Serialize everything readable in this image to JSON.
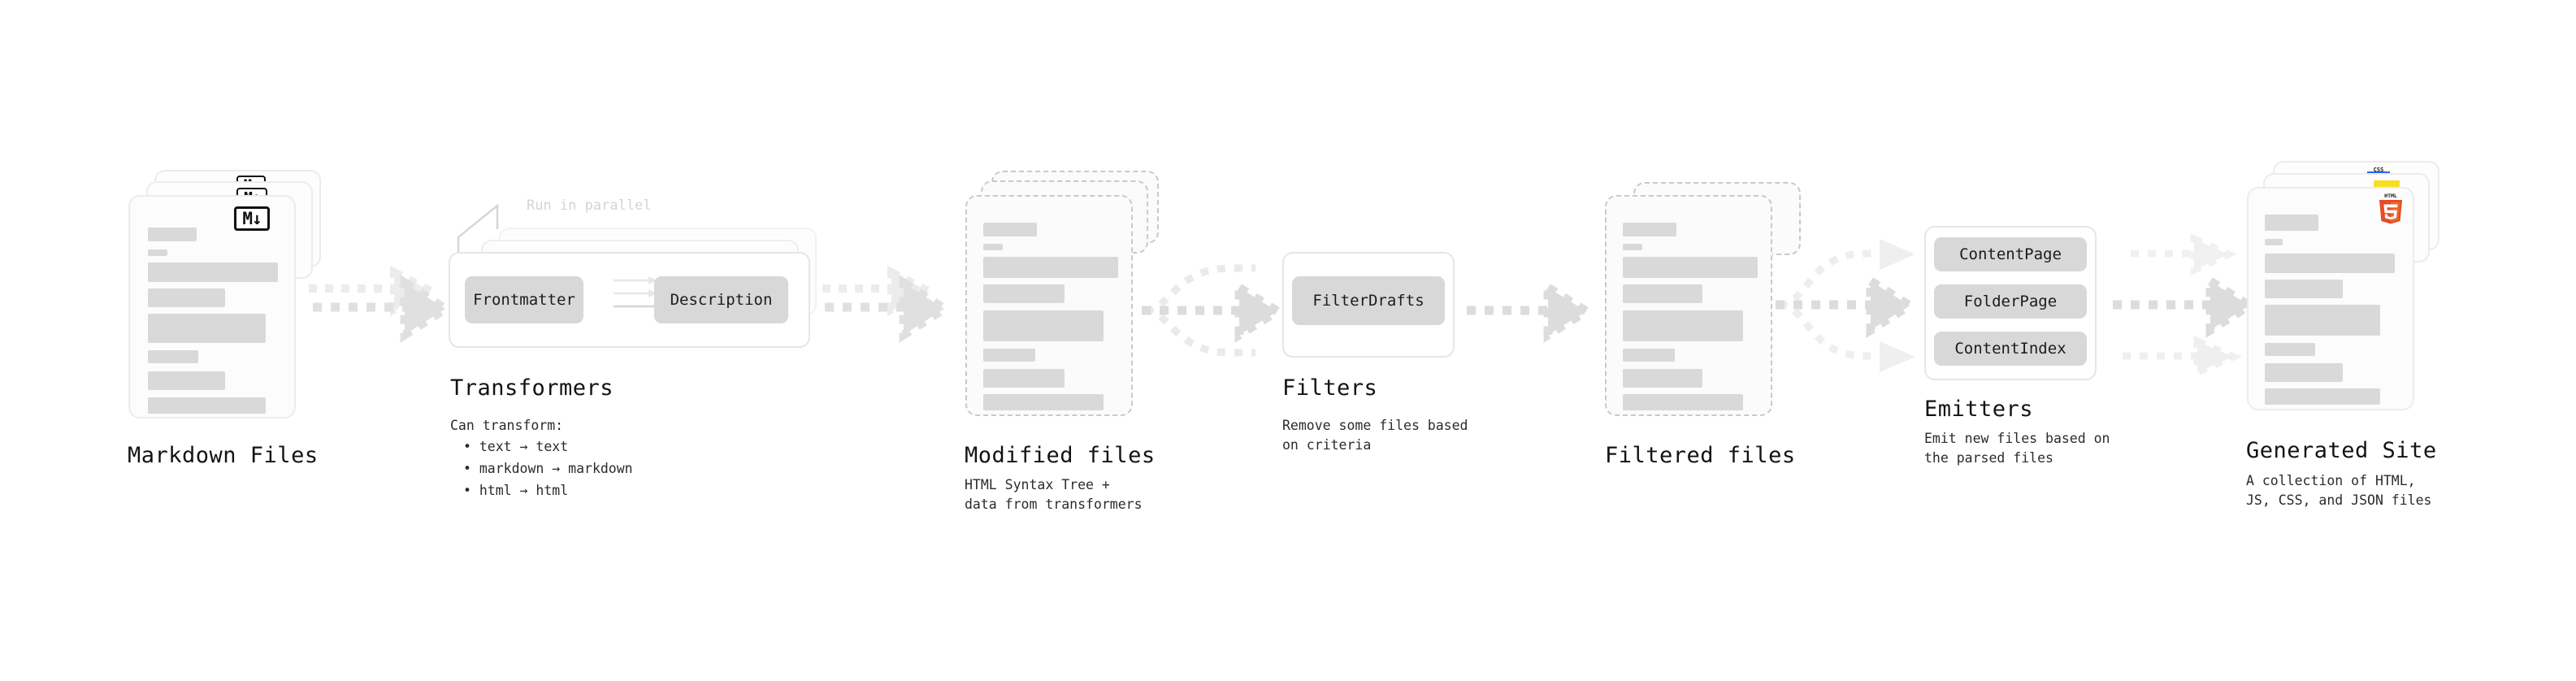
{
  "diagram": {
    "title_color": "#131313",
    "accent_skeleton": "#d9d9d9",
    "stages": [
      {
        "id": "markdown-files",
        "title": "Markdown Files",
        "subtitle": "",
        "kind": "file-stack",
        "badge": "M↓",
        "badge_name": "markdown-icon"
      },
      {
        "id": "transformers",
        "title": "Transformers",
        "subtitle": "Can transform:",
        "annotation": "Run in parallel",
        "kind": "process",
        "chips": [
          "Frontmatter",
          "Description"
        ],
        "bullets": [
          "• text → text",
          "• markdown → markdown",
          "• html → html"
        ]
      },
      {
        "id": "modified-files",
        "title": "Modified files",
        "subtitle": "HTML Syntax Tree +\ndata from transformers",
        "kind": "file-stack-dashed"
      },
      {
        "id": "filters",
        "title": "Filters",
        "subtitle": "Remove some files based\non criteria",
        "kind": "process",
        "chips": [
          "FilterDrafts"
        ]
      },
      {
        "id": "filtered-files",
        "title": "Filtered files",
        "subtitle": "",
        "kind": "file-stack-dashed"
      },
      {
        "id": "emitters",
        "title": "Emitters",
        "subtitle": "Emit new files based on\nthe parsed files",
        "kind": "process",
        "chips": [
          "ContentPage",
          "FolderPage",
          "ContentIndex"
        ]
      },
      {
        "id": "generated-site",
        "title": "Generated Site",
        "subtitle": "A collection of HTML,\nJS, CSS, and JSON files",
        "kind": "file-stack",
        "badge": "HTML5",
        "badge_name": "html5-icon",
        "extra_badges": [
          "JS",
          "CSS"
        ]
      }
    ],
    "connectors": [
      {
        "from": "markdown-files",
        "to": "transformers",
        "style": "dashed-triple"
      },
      {
        "from": "transformers",
        "to": "modified-files",
        "style": "dashed-triple"
      },
      {
        "from": "modified-files",
        "to": "filters",
        "style": "dashed-merge"
      },
      {
        "from": "filters",
        "to": "filtered-files",
        "style": "dashed-single"
      },
      {
        "from": "filtered-files",
        "to": "emitters",
        "style": "dashed-fan"
      },
      {
        "from": "emitters",
        "to": "generated-site",
        "style": "dashed-triple-parallel"
      }
    ]
  }
}
